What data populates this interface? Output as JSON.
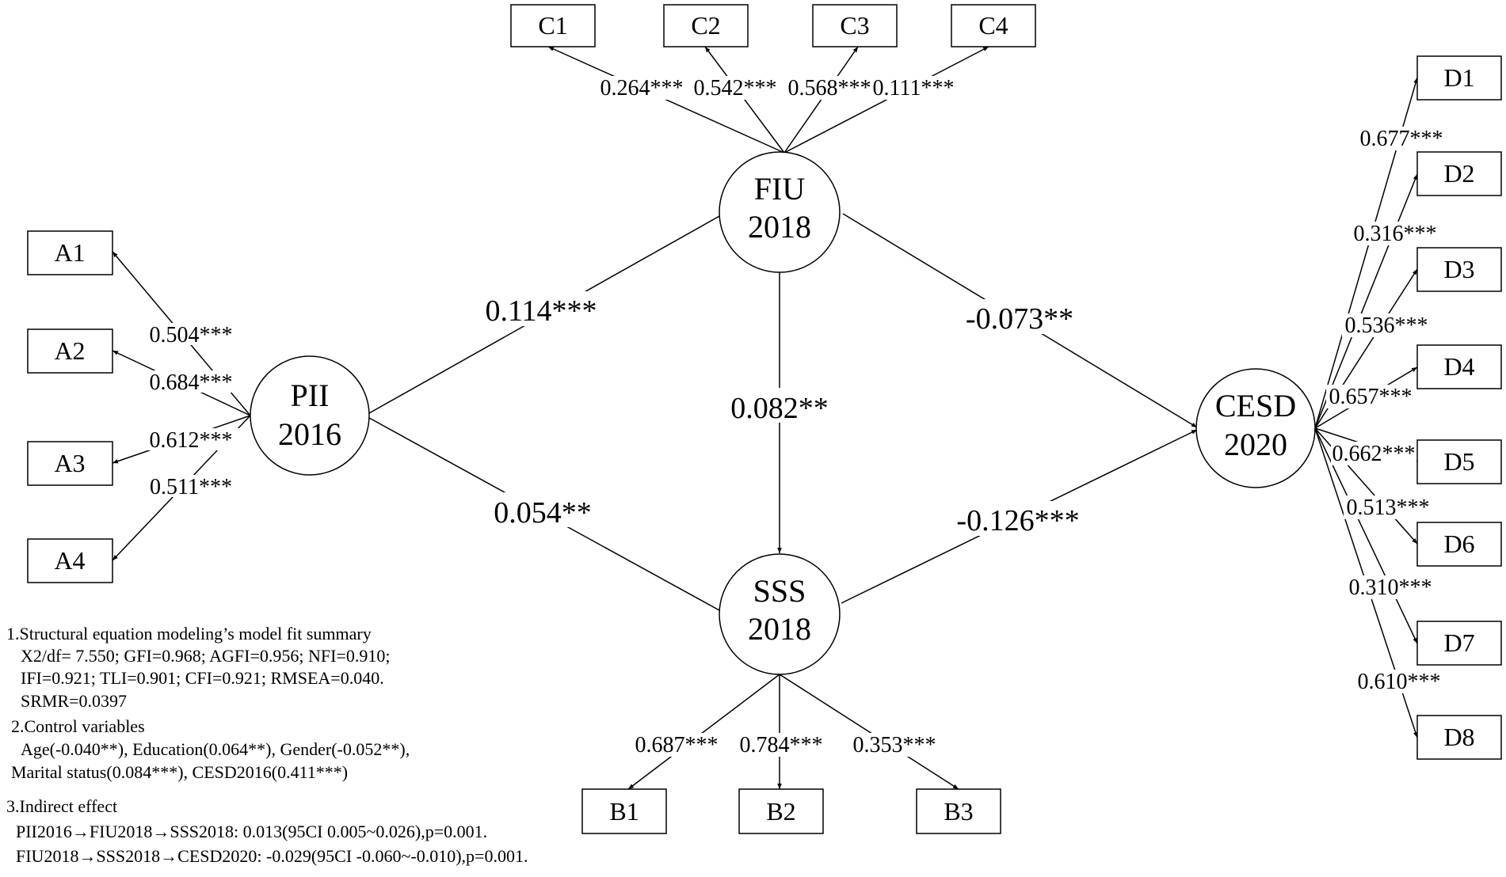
{
  "latent": {
    "pii": {
      "line1": "PII",
      "line2": "2016"
    },
    "fiu": {
      "line1": "FIU",
      "line2": "2018"
    },
    "sss": {
      "line1": "SSS",
      "line2": "2018"
    },
    "cesd": {
      "line1": "CESD",
      "line2": "2020"
    }
  },
  "indicators": {
    "A": [
      "A1",
      "A2",
      "A3",
      "A4"
    ],
    "B": [
      "B1",
      "B2",
      "B3"
    ],
    "C": [
      "C1",
      "C2",
      "C3",
      "C4"
    ],
    "D": [
      "D1",
      "D2",
      "D3",
      "D4",
      "D5",
      "D6",
      "D7",
      "D8"
    ]
  },
  "loadings": {
    "A": [
      "0.504***",
      "0.684***",
      "0.612***",
      "0.511***"
    ],
    "B": [
      "0.687***",
      "0.784***",
      "0.353***"
    ],
    "C": [
      "0.264***",
      "0.542***",
      "0.568***",
      "0.111***"
    ],
    "D": [
      "0.677***",
      "0.316***",
      "0.536***",
      "0.657***",
      "0.662***",
      "0.513***",
      "0.310***",
      "0.610***"
    ]
  },
  "paths": {
    "pii_fiu": "0.114***",
    "pii_sss": "0.054**",
    "fiu_sss": "0.082**",
    "fiu_cesd": "-0.073**",
    "sss_cesd": "-0.126***"
  },
  "notes": {
    "fit_title": "1.Structural equation modeling’s model fit summary",
    "fit_line1": "X2/df= 7.550; GFI=0.968;  AGFI=0.956; NFI=0.910;",
    "fit_line2": "IFI=0.921; TLI=0.901;  CFI=0.921;  RMSEA=0.040.",
    "fit_line3": "SRMR=0.0397",
    "control_title": "2.Control variables",
    "control_line1": "Age(-0.040**), Education(0.064**), Gender(-0.052**),",
    "control_line2": "Marital status(0.084***), CESD2016(0.411***)",
    "indirect_title": "3.Indirect effect",
    "indirect_line1": "PII2016→FIU2018→SSS2018:  0.013(95CI 0.005~0.026),p=0.001.",
    "indirect_line2": "FIU2018→SSS2018→CESD2020:  -0.029(95CI -0.060~-0.010),p=0.001."
  }
}
